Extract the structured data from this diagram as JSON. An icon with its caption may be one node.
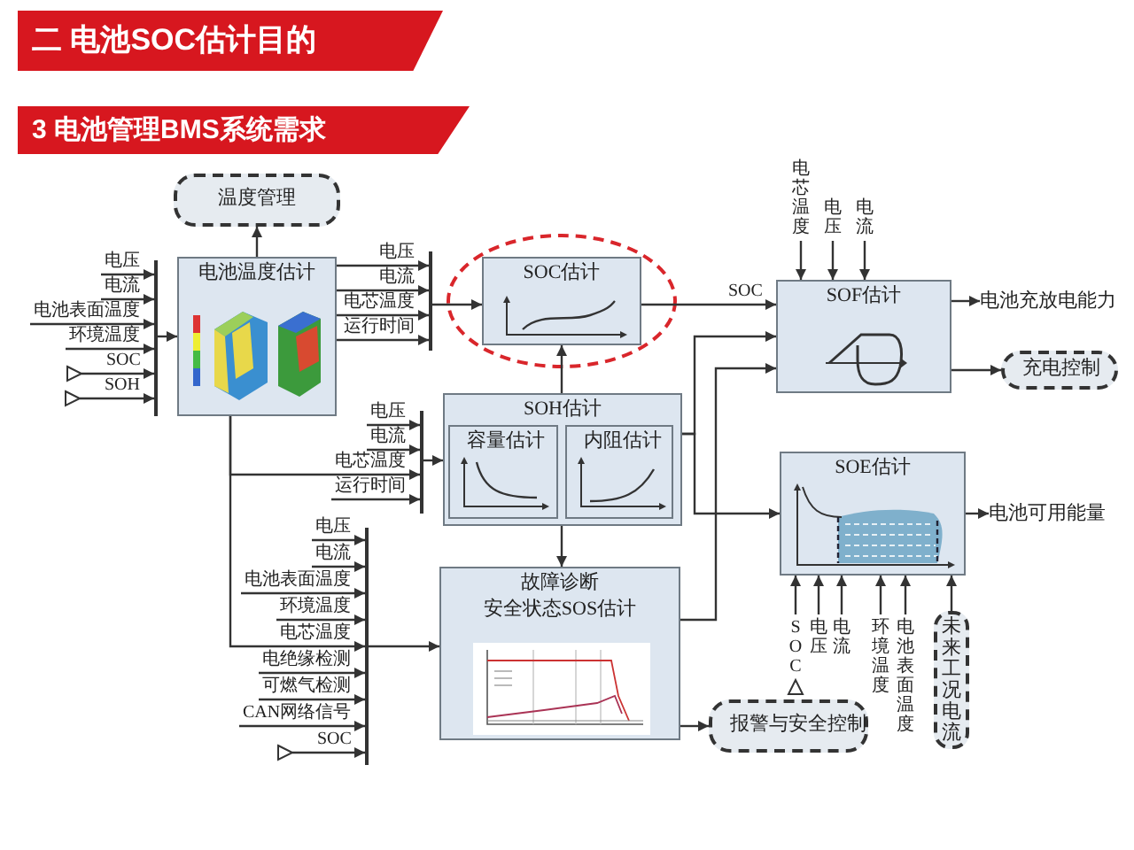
{
  "diagram": {
    "title": "二 电池SOC估计目的",
    "nodes": [
      {
        "text": [
          "温度管理"
        ]
      },
      {
        "text": [
          "电池温度估计"
        ]
      },
      {
        "text": [
          "SOC估计"
        ]
      },
      {
        "text": [
          "SOH估计"
        ]
      },
      {
        "text": [
          "容量估计"
        ],
        "in": 3
      },
      {
        "text": [
          "内阻估计"
        ],
        "in": 3
      },
      {
        "text": [
          "故障诊断",
          "安全状态SOS估计"
        ]
      },
      {
        "text": [
          "SOF估计"
        ]
      },
      {
        "text": [
          "电池充放电能力"
        ]
      },
      {
        "text": [
          "充电控制"
        ]
      },
      {
        "text": [
          "SOE估计"
        ]
      },
      {
        "text": [
          "电池可用能量"
        ]
      },
      {
        "text": [
          "报警与安全控制"
        ]
      },
      {
        "text": [
          "未来工况电流"
        ]
      },
      {
        "text": [],
        "shape": "bar"
      },
      {
        "text": [],
        "shape": "bar"
      },
      {
        "text": [],
        "shape": "bar"
      },
      {
        "text": [],
        "shape": "bar"
      }
    ],
    "edges": [
      {
        "from": null,
        "to": 14,
        "arrow": "to",
        "label": "电压"
      },
      {
        "from": null,
        "to": 14,
        "arrow": "to",
        "label": "电流"
      },
      {
        "from": null,
        "to": 14,
        "arrow": "to",
        "label": "电池表面温度"
      },
      {
        "from": null,
        "to": 14,
        "arrow": "to",
        "label": "环境温度"
      },
      {
        "from": null,
        "to": 14,
        "arrow": "to",
        "label": "SOC"
      },
      {
        "from": null,
        "to": 14,
        "arrow": "to",
        "label": "SOH"
      },
      {
        "from": 14,
        "to": 1,
        "arrow": "to"
      },
      {
        "from": 1,
        "to": 0,
        "arrow": "to"
      },
      {
        "from": 1,
        "to": 15,
        "arrow": "to",
        "label": "电压"
      },
      {
        "from": 1,
        "to": 15,
        "arrow": "to",
        "label": "电流"
      },
      {
        "from": 1,
        "to": 15,
        "arrow": "to",
        "label": "电芯温度"
      },
      {
        "from": 1,
        "to": 15,
        "arrow": "to",
        "label": "运行时间"
      },
      {
        "from": 15,
        "to": 2,
        "arrow": "to"
      },
      {
        "from": null,
        "to": 16,
        "arrow": "to",
        "label": "电压"
      },
      {
        "from": null,
        "to": 16,
        "arrow": "to",
        "label": "电流"
      },
      {
        "from": 1,
        "to": 16,
        "arrow": "to",
        "label": "电芯温度"
      },
      {
        "from": null,
        "to": 16,
        "arrow": "to",
        "label": "运行时间"
      },
      {
        "from": 16,
        "to": 3,
        "arrow": "to"
      },
      {
        "from": null,
        "to": 17,
        "arrow": "to",
        "label": "电压"
      },
      {
        "from": null,
        "to": 17,
        "arrow": "to",
        "label": "电流"
      },
      {
        "from": null,
        "to": 17,
        "arrow": "to",
        "label": "电池表面温度"
      },
      {
        "from": null,
        "to": 17,
        "arrow": "to",
        "label": "环境温度"
      },
      {
        "from": 1,
        "to": 17,
        "arrow": "to",
        "label": "电芯温度"
      },
      {
        "from": null,
        "to": 17,
        "arrow": "to",
        "label": "电绝缘检测"
      },
      {
        "from": null,
        "to": 17,
        "arrow": "to",
        "label": "可燃气检测"
      },
      {
        "from": null,
        "to": 17,
        "arrow": "to",
        "label": "CAN网络信号"
      },
      {
        "from": null,
        "to": 17,
        "arrow": "to",
        "label": "SOC"
      },
      {
        "from": 17,
        "to": 6,
        "arrow": "to"
      },
      {
        "from": 3,
        "to": 2,
        "arrow": "to"
      },
      {
        "from": 3,
        "to": 6,
        "arrow": "to"
      },
      {
        "from": 2,
        "to": 7,
        "arrow": "to",
        "label": "SOC"
      },
      {
        "from": 3,
        "to": 7,
        "arrow": "to"
      },
      {
        "from": 6,
        "to": 7,
        "arrow": "to"
      },
      {
        "from": 3,
        "to": 10,
        "arrow": "to"
      },
      {
        "from": null,
        "to": 7,
        "arrow": "to",
        "label": "电芯温度"
      },
      {
        "from": null,
        "to": 7,
        "arrow": "to",
        "label": "电压"
      },
      {
        "from": null,
        "to": 7,
        "arrow": "to",
        "label": "电流"
      },
      {
        "from": 7,
        "to": 8,
        "arrow": "to"
      },
      {
        "from": 7,
        "to": 9,
        "arrow": "to"
      },
      {
        "from": 10,
        "to": 11,
        "arrow": "to"
      },
      {
        "from": null,
        "to": 10,
        "arrow": "to",
        "label": "SOC"
      },
      {
        "from": null,
        "to": 10,
        "arrow": "to",
        "label": "电压"
      },
      {
        "from": null,
        "to": 10,
        "arrow": "to",
        "label": "电流"
      },
      {
        "from": null,
        "to": 10,
        "arrow": "to",
        "label": "环境温度"
      },
      {
        "from": null,
        "to": 10,
        "arrow": "to",
        "label": "电池表面温度"
      },
      {
        "from": 13,
        "to": 10,
        "arrow": "to"
      },
      {
        "from": 6,
        "to": 12,
        "arrow": "to"
      }
    ],
    "labels": [
      "3 电池管理BMS系统需求"
    ]
  }
}
